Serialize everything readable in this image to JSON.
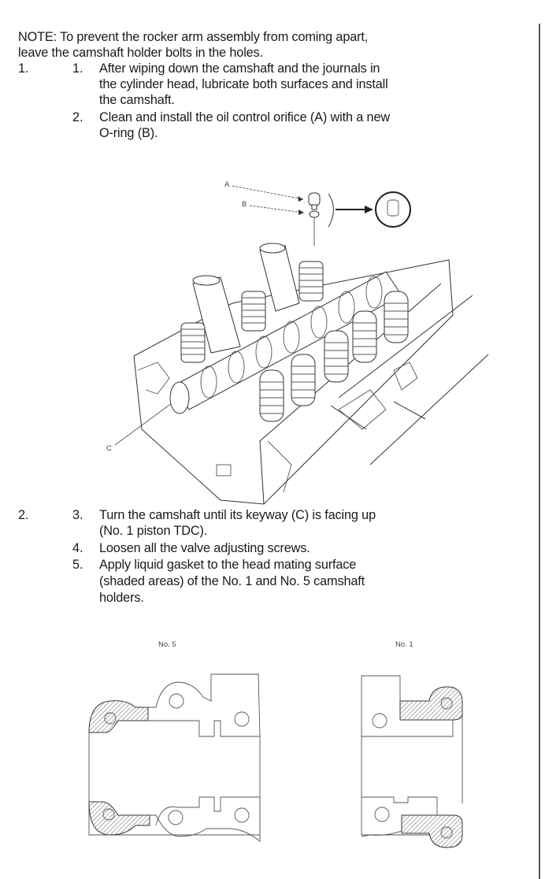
{
  "note": {
    "line1": "NOTE: To prevent the rocker arm assembly from coming apart,",
    "line2": "leave the camshaft holder bolts in the holes."
  },
  "groups": [
    {
      "number": "1.",
      "steps": [
        {
          "number": "1.",
          "lines": [
            "After wiping down the camshaft and the journals in",
            "the cylinder head, lubricate both surfaces and install",
            "the camshaft."
          ]
        },
        {
          "number": "2.",
          "lines": [
            "Clean and install the oil control orifice (A) with a new",
            "O-ring (B)."
          ]
        }
      ]
    },
    {
      "number": "2.",
      "steps": [
        {
          "number": "3.",
          "lines": [
            "Turn the camshaft until its keyway (C) is facing up",
            "(No. 1 piston TDC)."
          ]
        },
        {
          "number": "4.",
          "lines": [
            "Loosen all the valve adjusting screws."
          ]
        },
        {
          "number": "5.",
          "lines": [
            "Apply liquid gasket to the head mating surface",
            "(shaded areas) of the No. 1 and No. 5 camshaft",
            "holders."
          ]
        }
      ]
    }
  ],
  "figure1": {
    "callouts": {
      "a": "A",
      "b": "B",
      "c": "C"
    }
  },
  "figure2": {
    "label_left": "No. 5",
    "label_right": "No. 1"
  }
}
